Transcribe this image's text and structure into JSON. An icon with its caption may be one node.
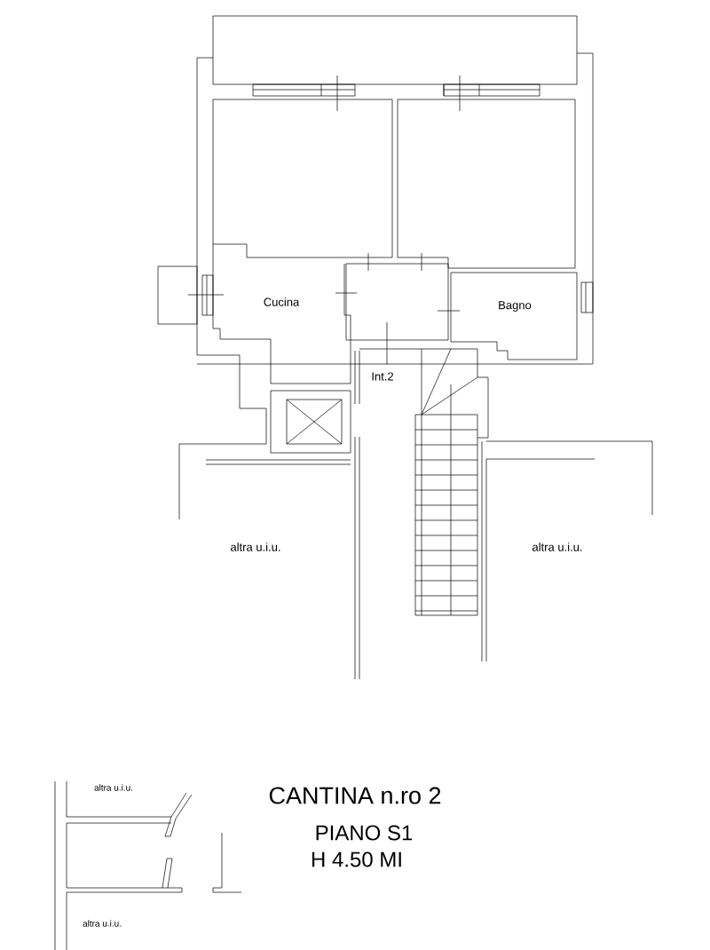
{
  "diagram": {
    "labels": [
      "Cucina",
      "Bagno",
      "Int.2",
      "altra u.i.u.",
      "altra u.i.u.",
      "altra u.i.u.",
      "CANTINA n.ro 2",
      "PIANO S1",
      "H 4.50 MI",
      "altra u.i.u."
    ]
  }
}
